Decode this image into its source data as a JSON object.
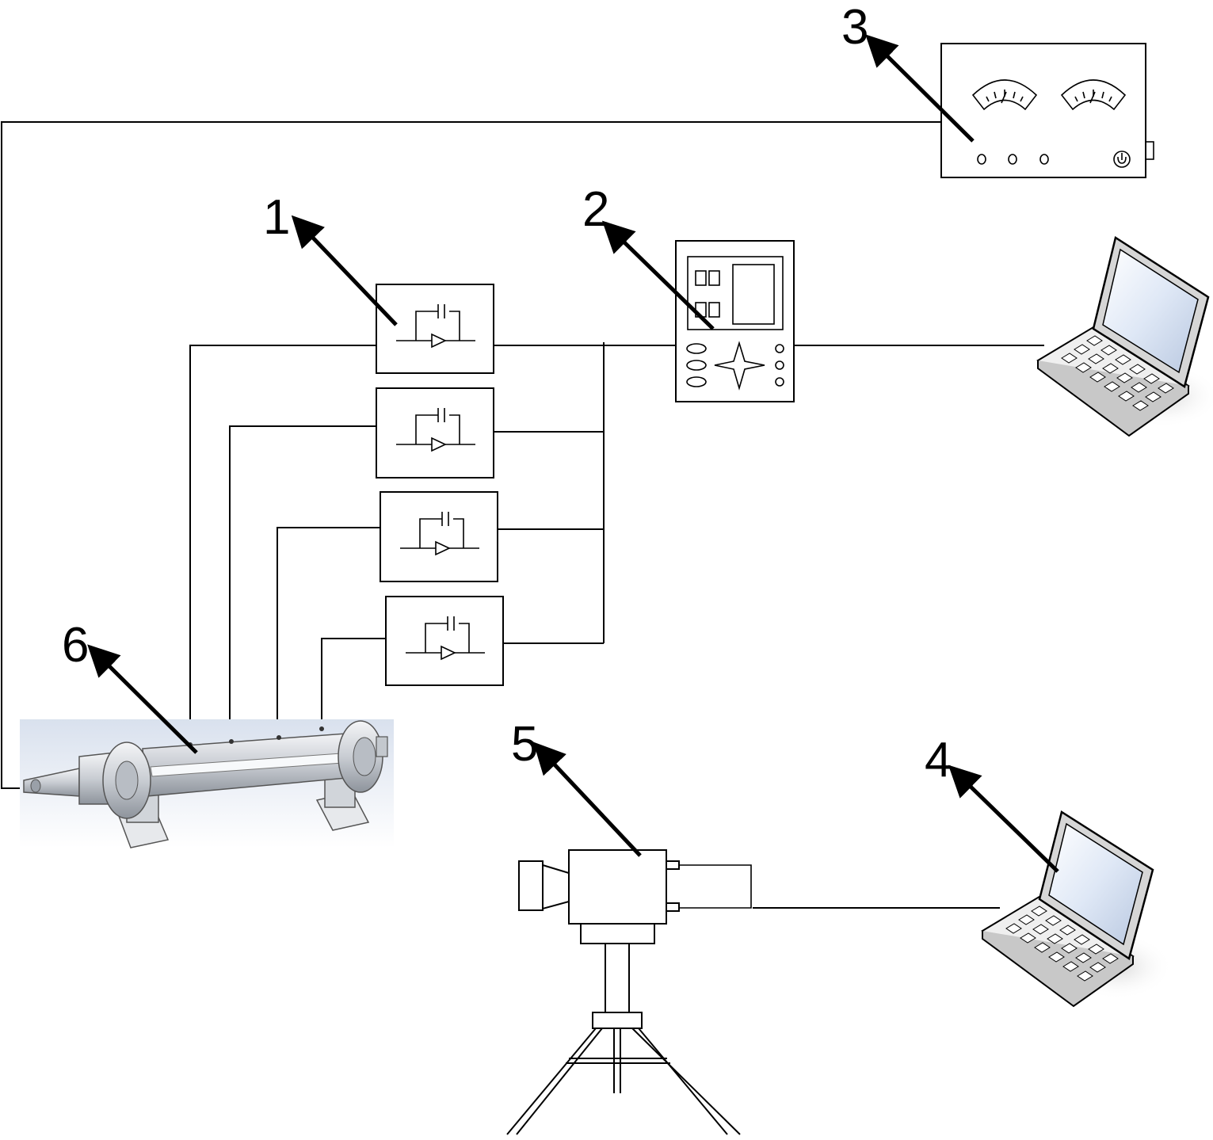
{
  "labels": {
    "charge_amplifier": "1",
    "data_acquisition": "2",
    "power_supply": "3",
    "computer_camera": "4",
    "camera": "5",
    "test_specimen": "6"
  },
  "colors": {
    "line": "#000000",
    "screen": "#e4ecf7",
    "metal": "#cfd3d9",
    "backdrop": "#dde4ef"
  }
}
